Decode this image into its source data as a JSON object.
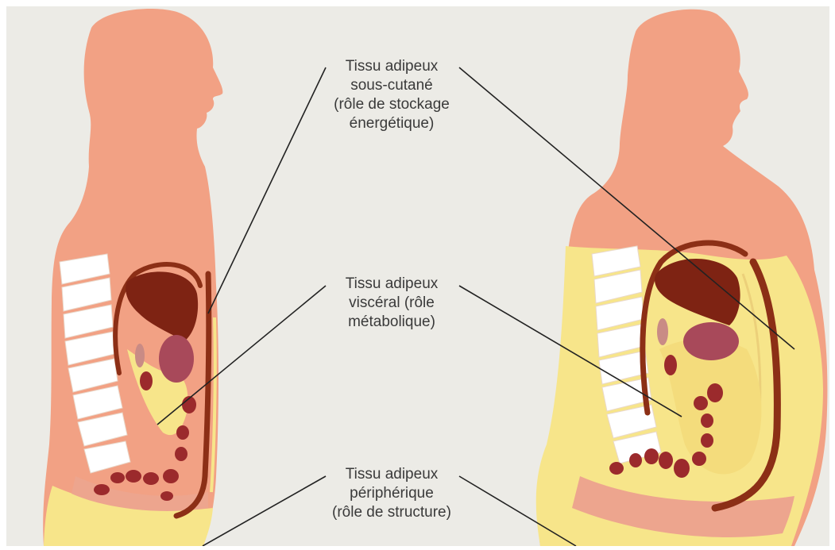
{
  "labels": {
    "subcutaneous": {
      "lines": [
        "Tissu adipeux",
        "sous-cutané",
        "(rôle de stockage",
        "énergétique)"
      ]
    },
    "visceral": {
      "lines": [
        "Tissu adipeux",
        "viscéral (rôle",
        "métabolique)"
      ]
    },
    "peripheral": {
      "lines": [
        "Tissu adipeux",
        "périphérique",
        "(rôle de structure)"
      ]
    }
  },
  "colors": {
    "background": "#ecebe6",
    "skin": "#f2a184",
    "fat": "#f7e58a",
    "muscle": "#eda58e",
    "liver": "#7e2313",
    "organ_outline": "#8c2f16",
    "kidney": "#a8495a",
    "intestine": "#9b2a2c",
    "spine": "#ffffff",
    "leader_line": "#222222"
  }
}
